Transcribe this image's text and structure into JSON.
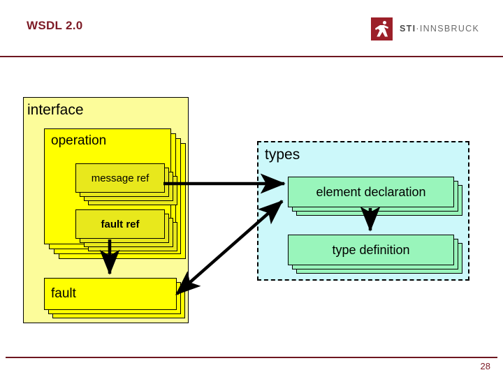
{
  "slide": {
    "title": "WSDL 2.0",
    "page_number": "28",
    "accent_color": "#7d1b26",
    "rule_color": "#6e1620"
  },
  "logo": {
    "mark_name": "sti-figure-mark",
    "mark_color": "#9c2029",
    "text_bold": "STI",
    "text_separator": "·",
    "text_rest": "INNSBRUCK"
  },
  "diagram": {
    "type": "component-containment-diagram",
    "containers": [
      {
        "id": "interface",
        "label": "interface",
        "fill": "#fcfc9a",
        "border": "solid",
        "children": [
          "operation",
          "fault"
        ]
      },
      {
        "id": "types",
        "label": "types",
        "fill": "#ccf8fa",
        "border": "dashed",
        "children": [
          "element-declaration",
          "type-definition"
        ]
      }
    ],
    "boxes": [
      {
        "id": "operation",
        "label": "operation",
        "fill": "#ffff00",
        "stack_layers": 3,
        "children": [
          "message-ref",
          "fault-ref"
        ]
      },
      {
        "id": "message-ref",
        "label": "message ref",
        "fill": "#e8e81c",
        "stack_layers": 3
      },
      {
        "id": "fault-ref",
        "label": "fault ref",
        "fill": "#e8e81c",
        "stack_layers": 3
      },
      {
        "id": "fault",
        "label": "fault",
        "fill": "#ffff00",
        "stack_layers": 2
      },
      {
        "id": "element-declaration",
        "label": "element declaration",
        "fill": "#99f5bb",
        "stack_layers": 2
      },
      {
        "id": "type-definition",
        "label": "type definition",
        "fill": "#99f5bb",
        "stack_layers": 2
      }
    ],
    "arrows": [
      {
        "id": "messageref-to-elementdecl",
        "from": "message-ref",
        "to": "element-declaration",
        "style": "straight",
        "heads": "end"
      },
      {
        "id": "fault-to-elementdecl",
        "from": "fault",
        "to": "element-declaration",
        "style": "diagonal",
        "heads": "both"
      },
      {
        "id": "faultref-to-fault",
        "from": "fault-ref",
        "to": "fault",
        "style": "straight",
        "heads": "end"
      },
      {
        "id": "elementdecl-to-typedef",
        "from": "element-declaration",
        "to": "type-definition",
        "style": "straight",
        "heads": "end"
      }
    ]
  }
}
